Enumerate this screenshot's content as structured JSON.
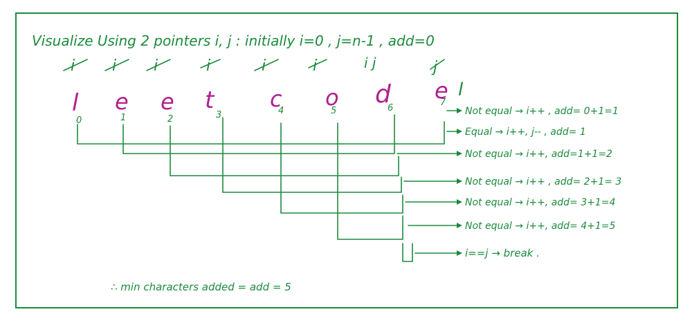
{
  "heading": "Visualize Using 2 pointers i, j : initially i=0 , j=n-1 , add=0",
  "pointer_marks": [
    "i",
    "i",
    "i",
    "i",
    "i",
    "i",
    "i j",
    "j"
  ],
  "letters": [
    "l",
    "e",
    "e",
    "t",
    "c",
    "o",
    "d",
    "e"
  ],
  "extra_letter": "l",
  "indices": [
    "0",
    "1",
    "2",
    "3",
    "4",
    "5",
    "6",
    "7"
  ],
  "steps": [
    "Not equal → i++ , add= 0+1=1",
    "Equal → i++, j-- , add= 1",
    "Not equal → i++, add=1+1=2",
    "Not equal → i++ , add= 2+1= 3",
    "Not equal → i++, add= 3+1=4",
    "Not equal → i++, add= 4+1=5",
    "i==j → break ."
  ],
  "conclusion": "∴ min characters added = add = 5",
  "colors": {
    "ink": "#1c8a3c",
    "letters": "#b0208e"
  }
}
